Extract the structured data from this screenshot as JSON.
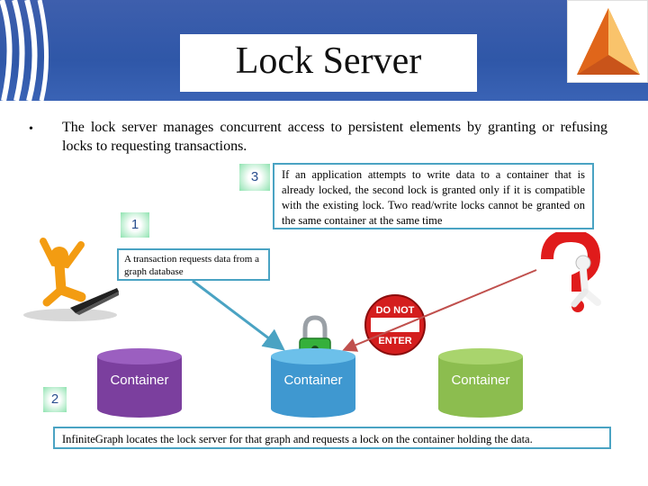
{
  "header": {
    "title": "Lock Server"
  },
  "bullet": {
    "marker": "•",
    "text": "The lock server manages concurrent access to persistent elements by granting or refusing locks to requesting transactions."
  },
  "steps": {
    "step1": {
      "number": "1",
      "text": "A transaction requests data from a graph database"
    },
    "step2": {
      "number": "2",
      "text": "InfiniteGraph locates the lock server for that graph and requests a lock on the container holding the data."
    },
    "step3": {
      "number": "3",
      "text": "If an application attempts to write data to a container that is already locked, the second lock is granted only if it is compatible with the existing lock. Two read/write locks cannot be granted on the same container at the same time"
    }
  },
  "sign": {
    "line1": "DO NOT",
    "line2": "ENTER"
  },
  "containers": [
    {
      "label": "Container",
      "color": "#7b3f9e"
    },
    {
      "label": "Container",
      "color": "#4aa3d6"
    },
    {
      "label": "Container",
      "color": "#8cbd4f"
    }
  ],
  "colors": {
    "header": "#2f57a8",
    "note_border": "#4aa3c3",
    "arrow": "#c0504d",
    "arrow_teal": "#4aa3c3"
  },
  "icons": [
    "person-with-laptop-icon",
    "question-mark-person-icon",
    "padlock-icon",
    "do-not-enter-sign-icon",
    "logo-icon"
  ]
}
